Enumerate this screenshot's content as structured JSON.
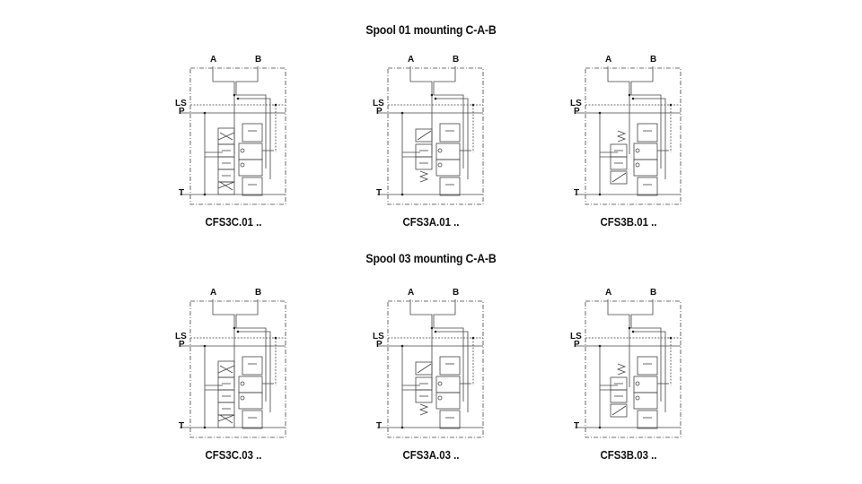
{
  "sections": [
    {
      "title": "Spool 01 mounting C-A-B",
      "diagrams": [
        {
          "caption": "CFS3C.01 ..",
          "variant": "C",
          "ports": {
            "a": "A",
            "b": "B",
            "ls": "LS",
            "p": "P",
            "t": "T"
          }
        },
        {
          "caption": "CFS3A.01 ..",
          "variant": "A",
          "ports": {
            "a": "A",
            "b": "B",
            "ls": "LS",
            "p": "P",
            "t": "T"
          }
        },
        {
          "caption": "CFS3B.01 ..",
          "variant": "B",
          "ports": {
            "a": "A",
            "b": "B",
            "ls": "LS",
            "p": "P",
            "t": "T"
          }
        }
      ]
    },
    {
      "title": "Spool 03 mounting C-A-B",
      "diagrams": [
        {
          "caption": "CFS3C.03 ..",
          "variant": "C",
          "ports": {
            "a": "A",
            "b": "B",
            "ls": "LS",
            "p": "P",
            "t": "T"
          }
        },
        {
          "caption": "CFS3A.03 ..",
          "variant": "A",
          "ports": {
            "a": "A",
            "b": "B",
            "ls": "LS",
            "p": "P",
            "t": "T"
          }
        },
        {
          "caption": "CFS3B.03 ..",
          "variant": "B",
          "ports": {
            "a": "A",
            "b": "B",
            "ls": "LS",
            "p": "P",
            "t": "T"
          }
        }
      ]
    }
  ],
  "colors": {
    "line": "#444444",
    "text": "#111111",
    "background": "#ffffff"
  }
}
